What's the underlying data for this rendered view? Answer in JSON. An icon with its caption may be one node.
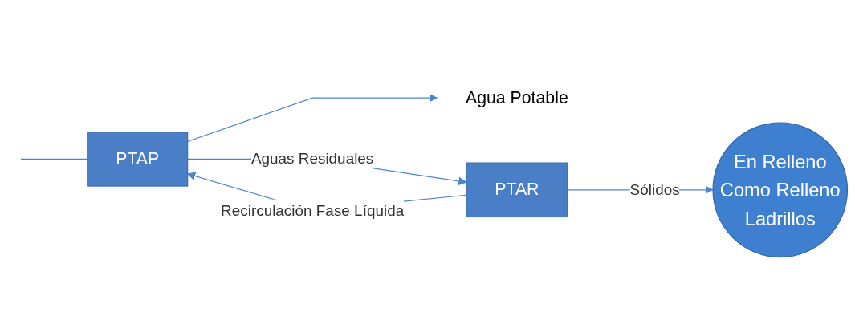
{
  "diagram": {
    "nodes": [
      {
        "text": [
          "PTAP"
        ]
      },
      {
        "text": [
          "Agua Potable"
        ]
      },
      {
        "text": [
          "PTAR"
        ]
      },
      {
        "text": [
          "En Relleno",
          "Como Relleno",
          "Ladrillos"
        ]
      }
    ],
    "edges": [
      {
        "from": null,
        "to": 0,
        "arrow": "none"
      },
      {
        "from": 0,
        "to": 1,
        "arrow": "to"
      },
      {
        "from": 0,
        "to": 2,
        "arrow": "to",
        "label": "Aguas Residuales"
      },
      {
        "from": 2,
        "to": 3,
        "arrow": "to",
        "label": "Sólidos"
      },
      {
        "from": 2,
        "to": 0,
        "arrow": "to",
        "label": "Recirculación Fase Líquida"
      }
    ]
  }
}
